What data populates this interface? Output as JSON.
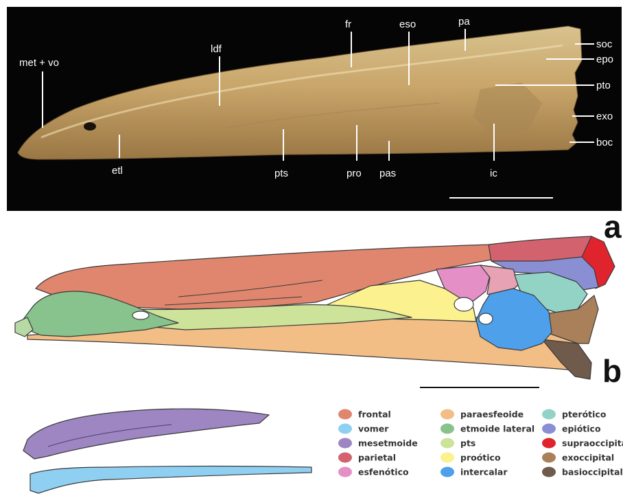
{
  "photo_labels": {
    "met_vo": "met + vo",
    "ldf": "ldf",
    "fr": "fr",
    "eso": "eso",
    "pa": "pa",
    "soc": "soc",
    "epo": "epo",
    "pto": "pto",
    "exo": "exo",
    "boc": "boc",
    "etl": "etl",
    "pts": "pts",
    "pro": "pro",
    "pas": "pas",
    "ic": "ic"
  },
  "panels": {
    "a": "a",
    "b": "b"
  },
  "legend": [
    {
      "label": "frontal",
      "color": "#e0866f"
    },
    {
      "label": "vomer",
      "color": "#8fd0f2"
    },
    {
      "label": "mesetmoide",
      "color": "#9d86c2"
    },
    {
      "label": "parietal",
      "color": "#d2636e"
    },
    {
      "label": "esfenótico",
      "color": "#e58fc7"
    },
    {
      "label": "paraesfeoide",
      "color": "#f3be86"
    },
    {
      "label": "etmoide lateral",
      "color": "#88c28c"
    },
    {
      "label": "pts",
      "color": "#cde39a"
    },
    {
      "label": "proótico",
      "color": "#fbf18e"
    },
    {
      "label": "intercalar",
      "color": "#4fa0ea"
    },
    {
      "label": "pterótico",
      "color": "#93d3c6"
    },
    {
      "label": "epiótico",
      "color": "#8a8fd3"
    },
    {
      "label": "supraoccipital",
      "color": "#e0242e"
    },
    {
      "label": "exoccipital",
      "color": "#a9805a"
    },
    {
      "label": "basioccipital",
      "color": "#6f5a4b"
    }
  ]
}
